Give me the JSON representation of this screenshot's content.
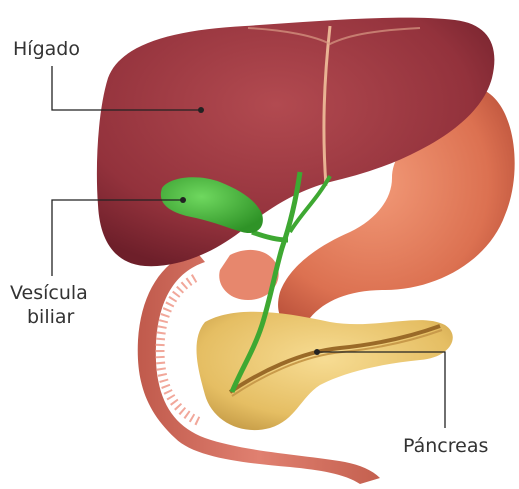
{
  "labels": {
    "liver": "Hígado",
    "gallbladder_line1": "Vesícula",
    "gallbladder_line2": "biliar",
    "pancreas": "Páncreas"
  },
  "colors": {
    "liver": "#9b3a42",
    "gallbladder": "#3fae35",
    "pancreas": "#e3bc5a",
    "stomach": "#dd7452",
    "duodenum": "#d46a5c",
    "leader_line": "#222222"
  }
}
